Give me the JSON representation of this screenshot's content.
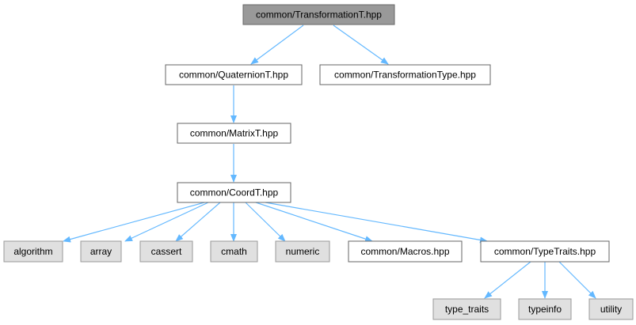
{
  "colors": {
    "root_fill": "#999999",
    "root_stroke": "#666666",
    "doc_fill": "#ffffff",
    "doc_stroke": "#666666",
    "sys_fill": "#e0e0e0",
    "sys_stroke": "#999999",
    "edge": "#63b8ff"
  },
  "nodes": [
    {
      "id": "transformation_t",
      "label": "common/TransformationT.hpp",
      "kind": "root"
    },
    {
      "id": "quaternion_t",
      "label": "common/QuaternionT.hpp",
      "kind": "doc"
    },
    {
      "id": "transformation_type",
      "label": "common/TransformationType.hpp",
      "kind": "doc"
    },
    {
      "id": "matrix_t",
      "label": "common/MatrixT.hpp",
      "kind": "doc"
    },
    {
      "id": "coord_t",
      "label": "common/CoordT.hpp",
      "kind": "doc"
    },
    {
      "id": "algorithm",
      "label": "algorithm",
      "kind": "sys"
    },
    {
      "id": "array",
      "label": "array",
      "kind": "sys"
    },
    {
      "id": "cassert",
      "label": "cassert",
      "kind": "sys"
    },
    {
      "id": "cmath",
      "label": "cmath",
      "kind": "sys"
    },
    {
      "id": "numeric",
      "label": "numeric",
      "kind": "sys"
    },
    {
      "id": "macros",
      "label": "common/Macros.hpp",
      "kind": "doc"
    },
    {
      "id": "type_traits_hpp",
      "label": "common/TypeTraits.hpp",
      "kind": "doc"
    },
    {
      "id": "type_traits",
      "label": "type_traits",
      "kind": "sys"
    },
    {
      "id": "typeinfo",
      "label": "typeinfo",
      "kind": "sys"
    },
    {
      "id": "utility",
      "label": "utility",
      "kind": "sys"
    }
  ],
  "edges": [
    {
      "from": "transformation_t",
      "to": "quaternion_t"
    },
    {
      "from": "transformation_t",
      "to": "transformation_type"
    },
    {
      "from": "quaternion_t",
      "to": "matrix_t"
    },
    {
      "from": "matrix_t",
      "to": "coord_t"
    },
    {
      "from": "coord_t",
      "to": "algorithm"
    },
    {
      "from": "coord_t",
      "to": "array"
    },
    {
      "from": "coord_t",
      "to": "cassert"
    },
    {
      "from": "coord_t",
      "to": "cmath"
    },
    {
      "from": "coord_t",
      "to": "numeric"
    },
    {
      "from": "coord_t",
      "to": "macros"
    },
    {
      "from": "coord_t",
      "to": "type_traits_hpp"
    },
    {
      "from": "type_traits_hpp",
      "to": "type_traits"
    },
    {
      "from": "type_traits_hpp",
      "to": "typeinfo"
    },
    {
      "from": "type_traits_hpp",
      "to": "utility"
    }
  ]
}
